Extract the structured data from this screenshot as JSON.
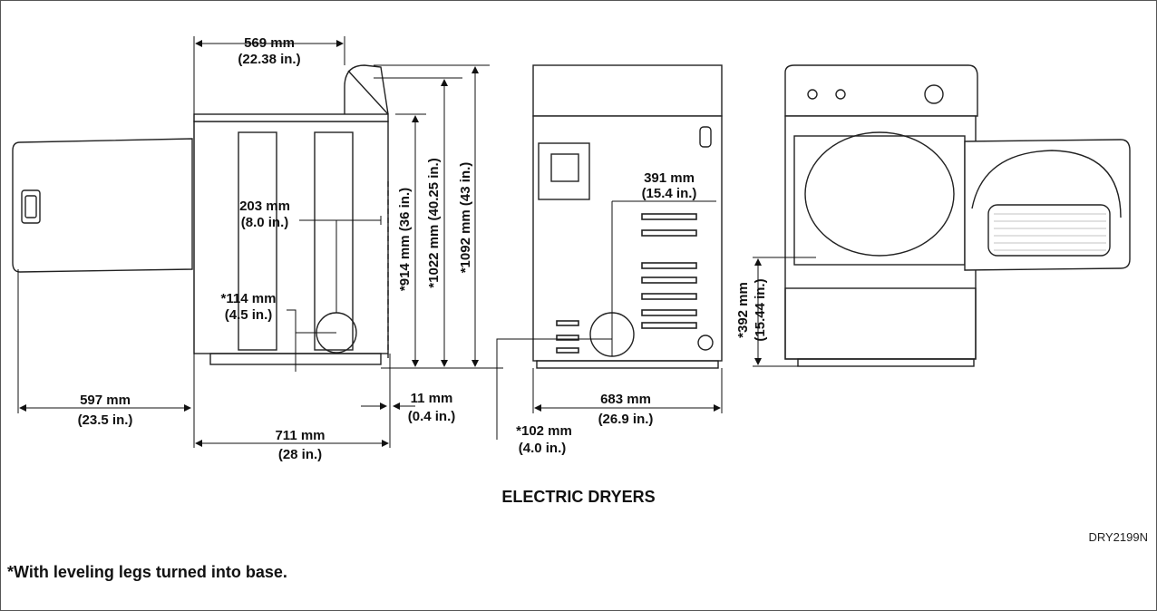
{
  "diagram": {
    "caption": "ELECTRIC DRYERS",
    "figure_code": "DRY2199N",
    "footnote": "*With leveling legs turned into base.",
    "dimensions": {
      "top_width": {
        "mm": "569 mm",
        "in": "(22.38 in.)"
      },
      "side_door": {
        "mm": "597 mm",
        "in": "(23.5 in.)"
      },
      "side_depth": {
        "mm": "711 mm",
        "in": "(28 in.)"
      },
      "gap": {
        "mm": "11 mm",
        "in": "(0.4 in.)"
      },
      "vent_offset": {
        "mm": "203 mm",
        "in": "(8.0 in.)"
      },
      "vent_height_side": {
        "mm": "*114 mm",
        "in": "(4.5 in.)"
      },
      "h914": "*914 mm (36 in.)",
      "h1022": "*1022 mm (40.25 in.)",
      "h1092": "*1092 mm (43 in.)",
      "rear_vent": {
        "mm": "391 mm",
        "in": "(15.4 in.)"
      },
      "rear_width": {
        "mm": "683 mm",
        "in": "(26.9 in.)"
      },
      "rear_vent_height": {
        "mm": "*102 mm",
        "in": "(4.0 in.)"
      },
      "door_height": {
        "mm": "*392 mm",
        "in": "(15.44 in.)"
      }
    }
  }
}
